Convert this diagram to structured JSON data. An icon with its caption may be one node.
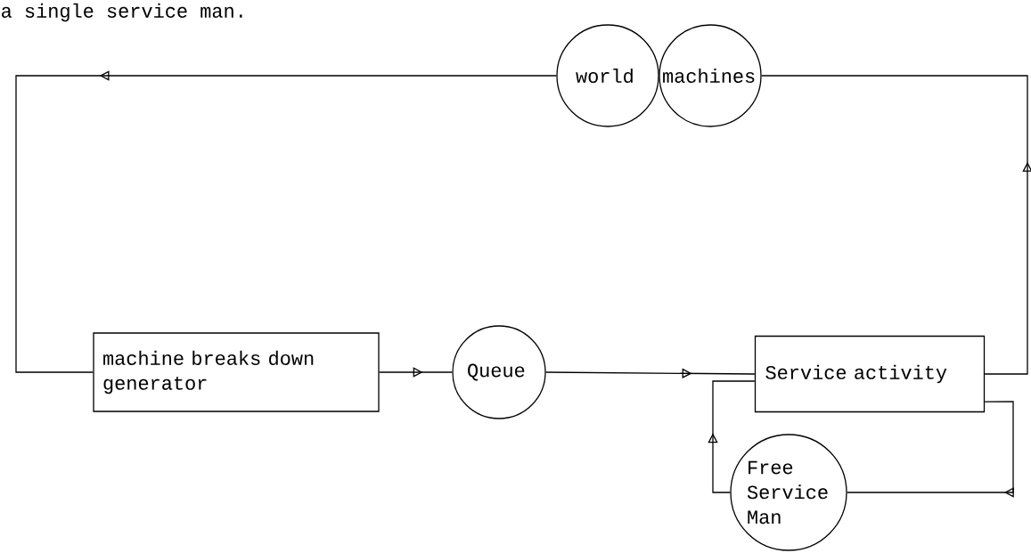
{
  "diagram": {
    "nodes": [
      {
        "text": [
          "world"
        ]
      },
      {
        "text": [
          "machines"
        ]
      },
      {
        "text": [
          "machine breaks down generator"
        ]
      },
      {
        "text": [
          "Queue"
        ]
      },
      {
        "text": [
          "Service activity"
        ]
      },
      {
        "text": [
          "Free Service Man"
        ]
      }
    ],
    "edges": [
      {
        "from": 0,
        "to": 2,
        "arrow": "to"
      },
      {
        "from": 2,
        "to": 3,
        "arrow": "to"
      },
      {
        "from": 3,
        "to": 4,
        "arrow": "to"
      },
      {
        "from": 4,
        "to": 1,
        "arrow": "to"
      },
      {
        "from": 4,
        "to": 5,
        "arrow": "to"
      },
      {
        "from": 5,
        "to": 4,
        "arrow": "to"
      }
    ],
    "labels": [
      "a single service man."
    ]
  }
}
